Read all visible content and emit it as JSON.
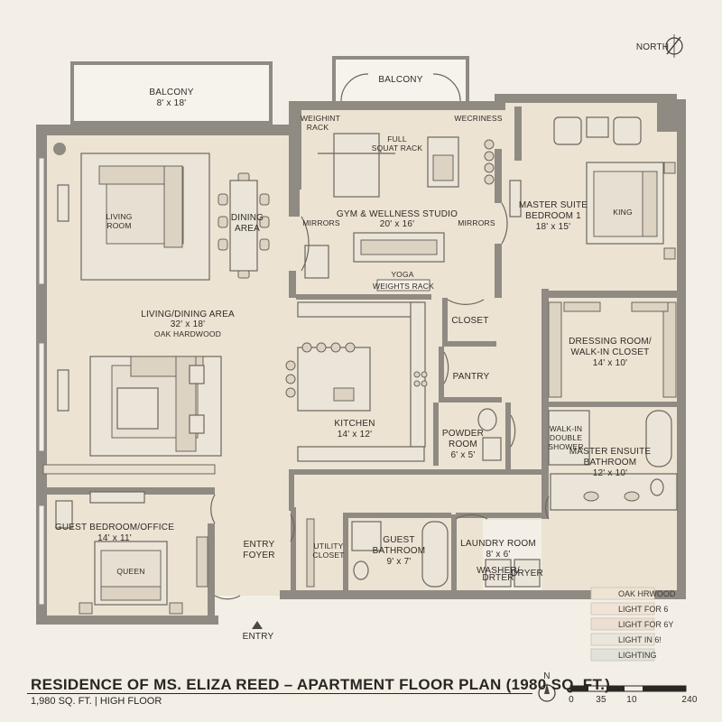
{
  "compass": {
    "label": "NORTH",
    "small_label": "N"
  },
  "rooms": {
    "balcony_left": {
      "name": "BALCONY",
      "size": "8' x 18'"
    },
    "balcony_top": {
      "name": "BALCONY"
    },
    "living_room": {
      "name_line1": "LIVING",
      "name_line2": "ROOM"
    },
    "dining_area": {
      "name_line1": "DINING",
      "name_line2": "AREA"
    },
    "living_dining": {
      "name": "LIVING/DINING AREA",
      "size": "32' x 18'",
      "floor": "OAK HARDWOOD"
    },
    "gym": {
      "name": "GYM & WELLNESS STUDIO",
      "size": "20' x 16'",
      "weight_rack_line1": "WEIGHINT",
      "weight_rack_line2": "RACK",
      "squat_line1": "FULL",
      "squat_line2": "SQUAT RACK",
      "wecriness": "WECRINESS",
      "mirrors_left": "MIRRORS",
      "mirrors_right": "MIRRORS",
      "yoga": "YOGA",
      "weights_rack": "WEIGHTS RACK"
    },
    "master_suite": {
      "name_line1": "MASTER SUITE",
      "name_line2": "BEDROOM 1",
      "size": "18' x 15'",
      "bed": "KING"
    },
    "closet": {
      "name": "CLOSET"
    },
    "pantry": {
      "name": "PANTRY"
    },
    "kitchen": {
      "name": "KITCHEN",
      "size": "14' x 12'"
    },
    "dressing": {
      "name_line1": "DRESSING ROOM/",
      "name_line2": "WALK-IN CLOSET",
      "size": "14' x 10'"
    },
    "powder": {
      "name_line1": "POWDER",
      "name_line2": "ROOM",
      "size": "6' x 5'"
    },
    "master_bath": {
      "shower_line1": "WALK-IN",
      "shower_line2": "DOUBLE",
      "shower_line3": "SHOWER",
      "name_line1": "MASTER ENSUITE",
      "name_line2": "BATHROOM",
      "size": "12' x 10'"
    },
    "guest_bedroom": {
      "name": "GUEST BEDROOM/OFFICE",
      "size": "14' x 11'",
      "bed": "QUEEN"
    },
    "entry_foyer": {
      "name_line1": "ENTRY",
      "name_line2": "FOYER"
    },
    "utility": {
      "name_line1": "UTILITY",
      "name_line2": "CLOSET"
    },
    "guest_bath": {
      "name_line1": "GUEST",
      "name_line2": "BATHROOM",
      "size": "9' x 7'"
    },
    "laundry": {
      "name": "LAUNDRY ROOM",
      "size": "8' x 6'",
      "washer_line1": "WASHER/",
      "washer_line2": "DRTER",
      "dryer": "DRYER"
    },
    "entry": {
      "name": "ENTRY"
    }
  },
  "legend": [
    {
      "label": "OAK HRWOOD",
      "color": "#ede4d4"
    },
    {
      "label": "LIGHT FOR 6",
      "color": "#efe4d6"
    },
    {
      "label": "LIGHT FOR 6Y",
      "color": "#ecdfd2"
    },
    {
      "label": "LIGHT IN 6!",
      "color": "#ebe6dc"
    },
    {
      "label": "LIGHTING",
      "color": "#e2e2da"
    }
  ],
  "title": "RESIDENCE OF MS. ELIZA REED – APARTMENT FLOOR PLAN (1980 SQ. FT.)",
  "subtitle": "1,980 SQ. FT. | HIGH FLOOR",
  "scale": {
    "ticks": [
      "0",
      "35",
      "10",
      "240"
    ]
  },
  "colors": {
    "background": "#f3efe6",
    "floor": "#ece3d3",
    "wall": "#8f8a82"
  }
}
